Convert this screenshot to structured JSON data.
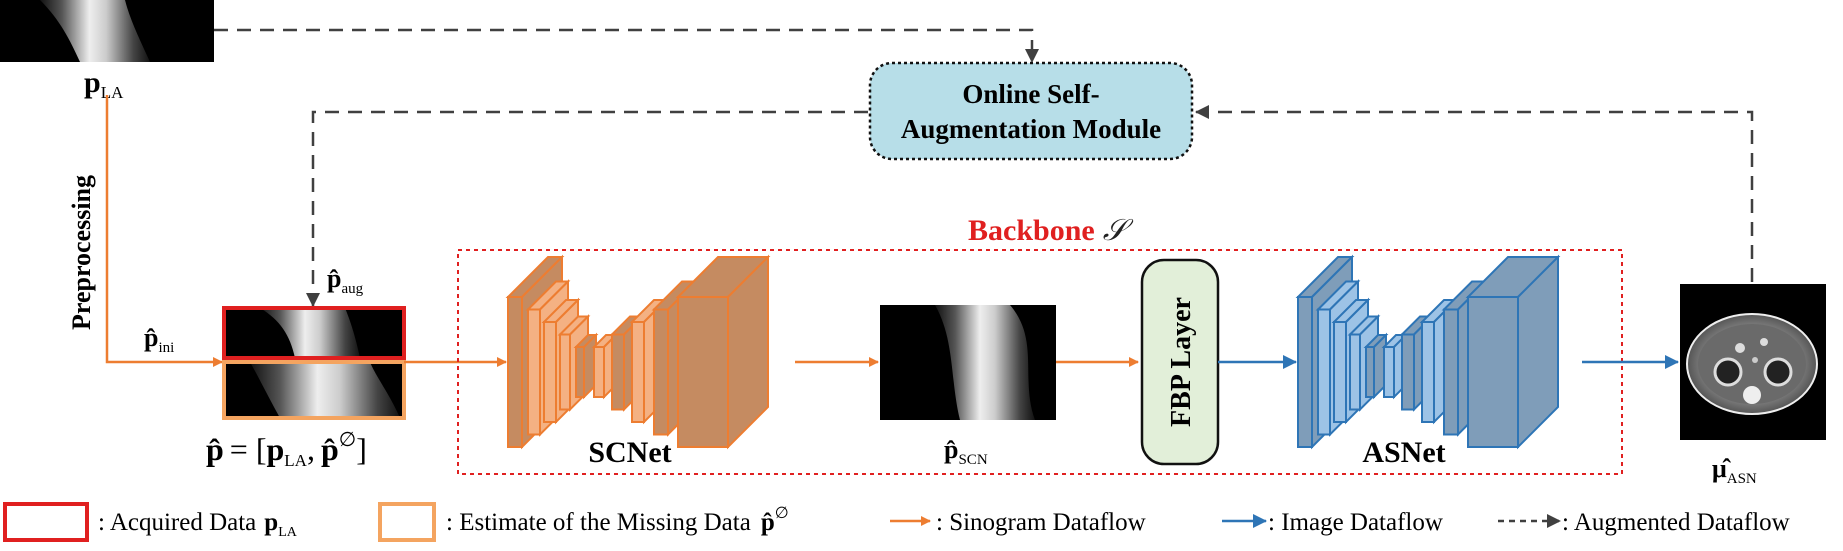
{
  "colors": {
    "sinogram": "#ED7D31",
    "image": "#2E75B6",
    "augmented": "#404040",
    "backbone": "#E02020",
    "acquired": "#E02020",
    "estimate": "#F4A460",
    "module_fill": "#B7DEE8",
    "fbp_fill": "#E2EFD9",
    "sc_block_dark": "#C58B61",
    "sc_block_light": "#F4B183",
    "as_block_dark": "#7F9DB9",
    "as_block_light": "#9DC3E6"
  },
  "inputs": {
    "p_la": {
      "main": "p",
      "sub": "LA"
    }
  },
  "preprocessing_label": "Preprocessing",
  "p_ini": {
    "main": "p̂",
    "sub": "ini"
  },
  "p_aug": {
    "main": "p̂",
    "sub": "aug"
  },
  "module": {
    "line1": "Online Self-",
    "line2": "Augmentation Module"
  },
  "backbone": {
    "label": "Backbone",
    "symbol": "𝒮"
  },
  "stack_formula": {
    "lhs": "p̂",
    "eq": "= [",
    "p": "p",
    "sub": "LA",
    "comma": ",",
    "phat": "p̂",
    "sup": "∅",
    "close": "]"
  },
  "scnet": {
    "label": "SCNet"
  },
  "p_scn": {
    "main": "p̂",
    "sub": "SCN"
  },
  "fbp": {
    "label": "FBP Layer"
  },
  "asnet": {
    "label": "ASNet"
  },
  "mu_asn": {
    "main": "μ̂",
    "sub": "ASN"
  },
  "legend": {
    "acquired": {
      "text": ": Acquired Data",
      "p": "p",
      "sub": "LA"
    },
    "estimate": {
      "text": ": Estimate of the Missing Data",
      "phat": "p̂",
      "sup": "∅"
    },
    "sinogram": {
      "text": ": Sinogram Dataflow"
    },
    "image": {
      "text": ": Image Dataflow"
    },
    "augmented": {
      "text": ": Augmented Dataflow"
    }
  }
}
